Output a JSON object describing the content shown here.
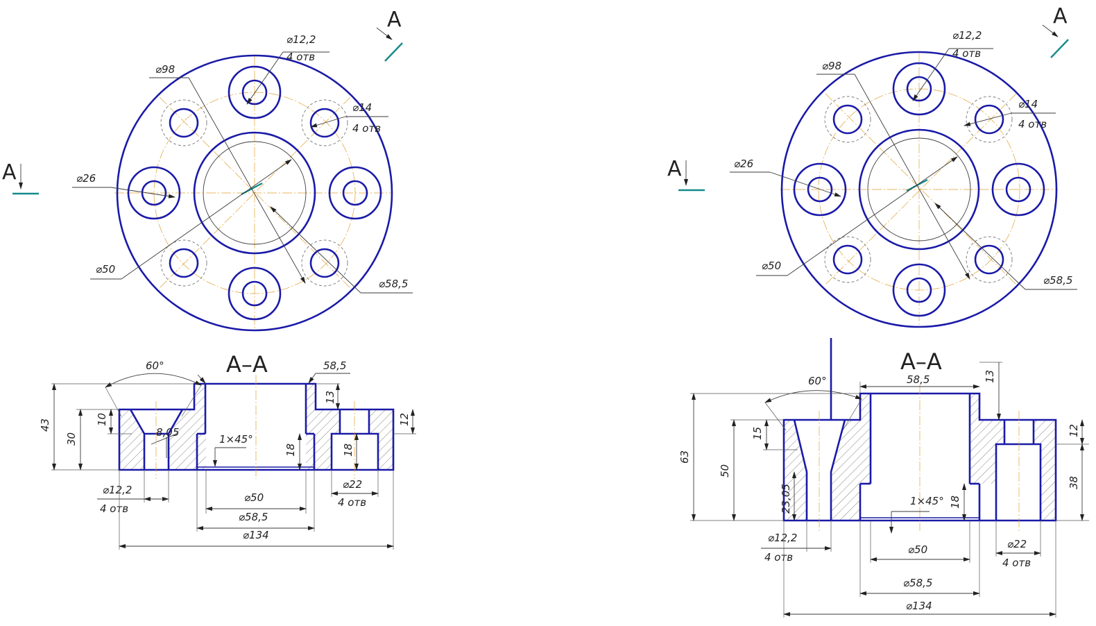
{
  "drawings": [
    {
      "id": "left",
      "plan": {
        "section_mark": "A",
        "holes_label_1": "⌀12,2",
        "holes_count_1": "4 отв",
        "holes_label_2": "⌀14",
        "holes_count_2": "4 отв",
        "d98": "⌀98",
        "d26": "⌀26",
        "d50": "⌀50",
        "d585": "⌀58,5"
      },
      "section": {
        "title": "A–A",
        "angle": "60°",
        "h43": "43",
        "h30": "30",
        "h10": "10",
        "d805": "8,05",
        "chamfer": "1×45°",
        "h18a": "18",
        "h18b": "18",
        "h13": "13",
        "h12": "12",
        "top585": "58,5",
        "d122": "⌀12,2",
        "cnt1": "4 отв",
        "d50": "⌀50",
        "d585": "⌀58,5",
        "d134": "⌀134",
        "d22": "⌀22",
        "cnt2": "4 отв"
      }
    },
    {
      "id": "right",
      "plan": {
        "section_mark": "A",
        "holes_label_1": "⌀12,2",
        "holes_count_1": "4 отв",
        "holes_label_2": "⌀14",
        "holes_count_2": "4 отв",
        "d98": "⌀98",
        "d26": "⌀26",
        "d50": "⌀50",
        "d585": "⌀58,5"
      },
      "section": {
        "title": "A–A",
        "angle": "60°",
        "h63": "63",
        "h50": "50",
        "h15": "15",
        "d2305": "23,05",
        "chamfer": "1×45°",
        "h18": "18",
        "h13": "13",
        "h12": "12",
        "h38": "38",
        "top585": "58,5",
        "d122": "⌀12,2",
        "cnt1": "4 отв",
        "d50": "⌀50",
        "d585": "⌀58,5",
        "d134": "⌀134",
        "d22": "⌀22",
        "cnt2": "4 отв"
      }
    }
  ]
}
